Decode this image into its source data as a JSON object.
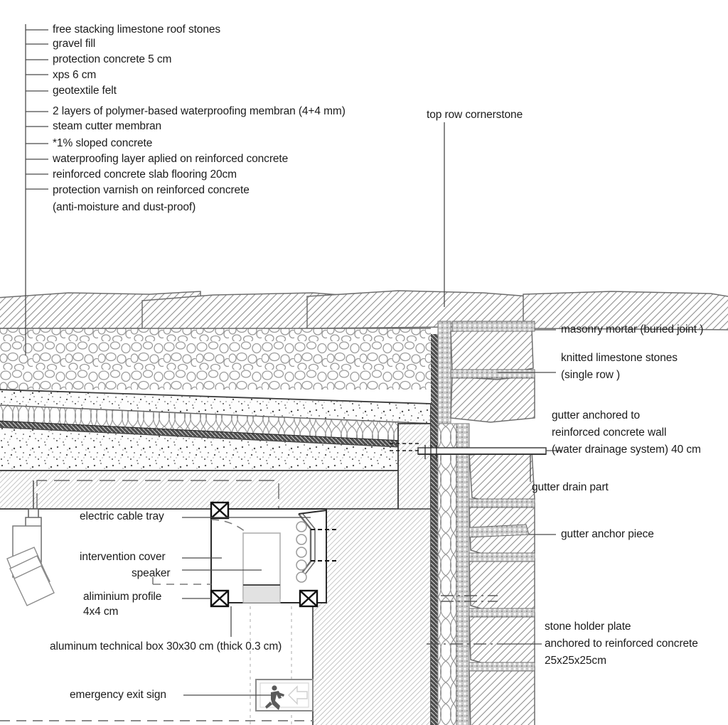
{
  "drawing": {
    "title": "roof and wall section detail",
    "background": "#ffffff",
    "line_color": "#4a4a4a",
    "text_color": "#1b1b1b"
  },
  "roof_legend": {
    "name": "roof build-up legend",
    "items": [
      {
        "label": "free stacking limestone roof stones"
      },
      {
        "label": "gravel fill"
      },
      {
        "label": "protection concrete 5 cm"
      },
      {
        "label": "xps 6 cm"
      },
      {
        "label": "geotextile felt"
      },
      {
        "label": "2 layers of polymer-based waterproofing membran (4+4 mm)"
      },
      {
        "label": "steam cutter membran"
      },
      {
        "label": "*1% sloped concrete"
      },
      {
        "label": "waterproofing layer aplied on reinforced concrete"
      },
      {
        "label": "reinforced concrete slab flooring 20cm"
      },
      {
        "label": "protection varnish on reinforced concrete"
      },
      {
        "label": "(anti-moisture and dust-proof)"
      }
    ]
  },
  "callouts": {
    "top_row_cornerstone": "top row cornerstone",
    "masonry_mortar": "masonry mortar (buried joint )",
    "knitted_limestone_l1": "knitted limestone stones",
    "knitted_limestone_l2": "(single row )",
    "gutter_anchored_l1": "gutter anchored to",
    "gutter_anchored_l2": "reinforced concrete wall",
    "gutter_anchored_l3": "(water drainage system) 40 cm",
    "gutter_drain_part": "gutter drain part",
    "gutter_anchor_piece": "gutter anchor piece",
    "stone_holder_l1": "stone holder plate",
    "stone_holder_l2": "anchored to reinforced concrete",
    "stone_holder_l3": "25x25x25cm",
    "electric_cable_tray": "electric cable tray",
    "intervention_cover": "intervention cover",
    "speaker": "speaker",
    "aliminium_profile_l1": "aliminium profile",
    "aliminium_profile_l2": "4x4 cm",
    "aluminum_box": "aluminum technical box 30x30 cm (thick 0.3 cm)",
    "emergency_exit_sign": "emergency exit sign"
  }
}
